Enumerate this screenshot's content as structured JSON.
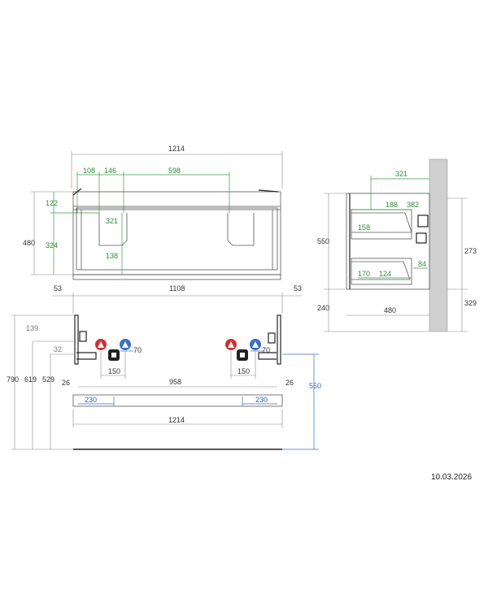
{
  "front": {
    "width": "1214",
    "dims_green": [
      "108",
      "146",
      "598"
    ],
    "height": "480",
    "left_dims": [
      "122",
      "324"
    ],
    "inner": [
      "321",
      "138"
    ]
  },
  "side": {
    "top": "321",
    "upper": [
      "188",
      "382",
      "158"
    ],
    "lower": [
      "170",
      "124",
      "84"
    ],
    "left": [
      "550",
      "240"
    ],
    "right": [
      "273",
      "329"
    ],
    "depth": "480"
  },
  "install": {
    "top": [
      "53",
      "1108",
      "53"
    ],
    "left": [
      "139",
      "32",
      "790",
      "619",
      "529",
      "26"
    ],
    "right": [
      "26"
    ],
    "center_blue": [
      "70",
      "70"
    ],
    "center_dims": [
      "150",
      "150",
      "958"
    ],
    "blue_lr": [
      "230",
      "230"
    ],
    "bottom": "1214",
    "height_blue": "550"
  },
  "date": "10.03.2026",
  "colors": {
    "green": "#2f8c39",
    "blue": "#2f63b5",
    "red": "#d23030",
    "wall": "#cfcfcf"
  }
}
